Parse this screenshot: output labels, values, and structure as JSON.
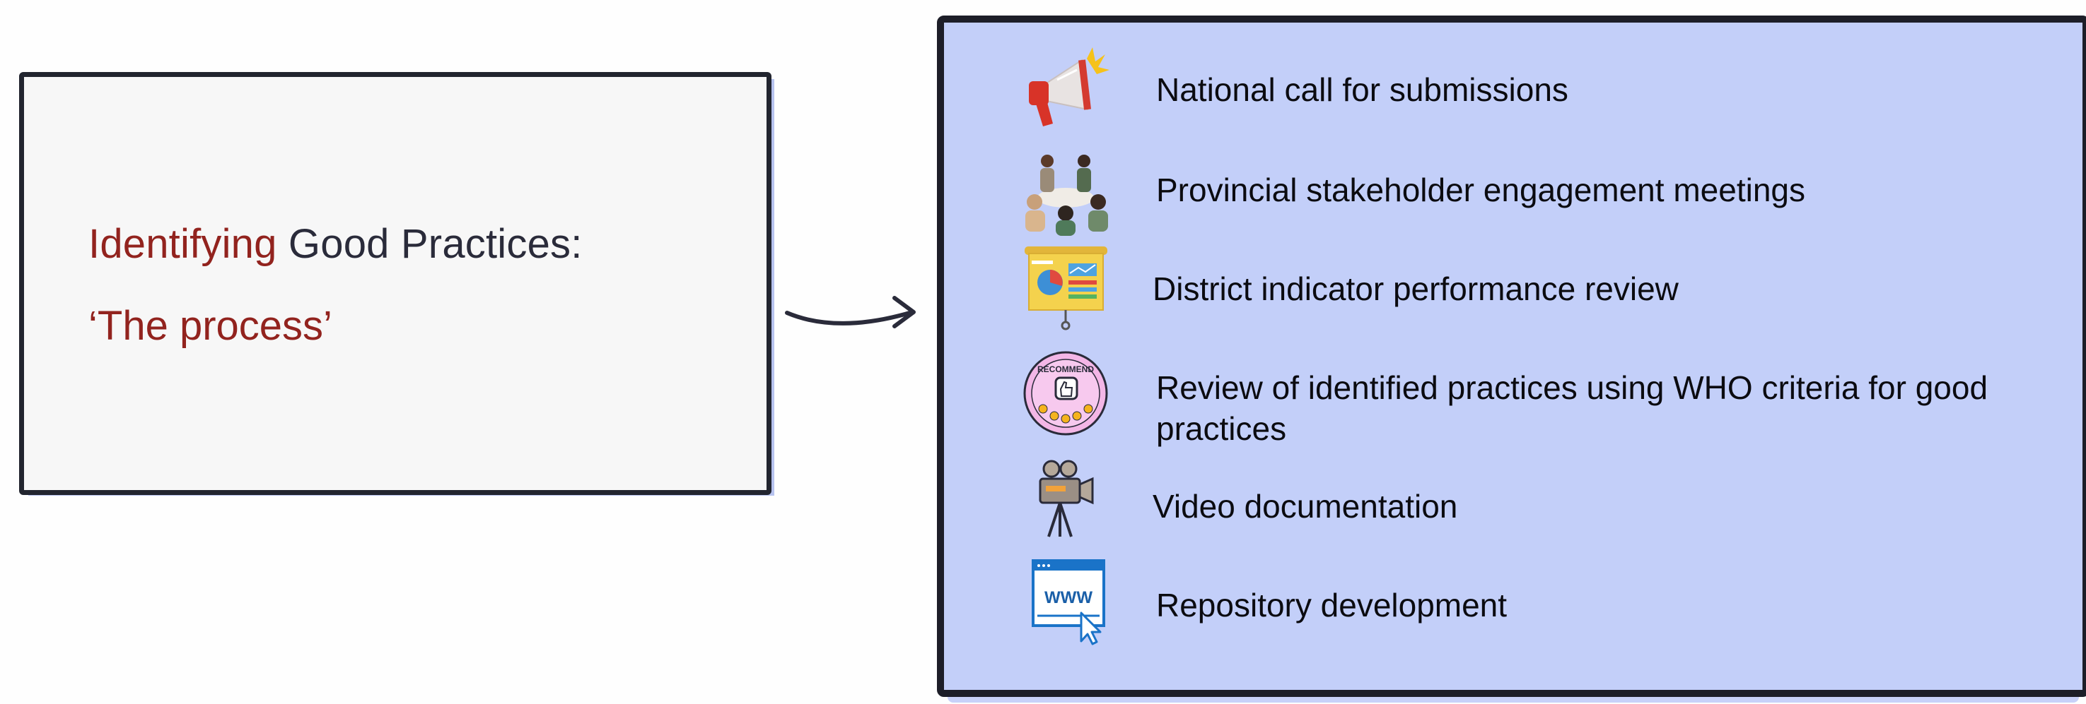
{
  "left_panel": {
    "title_accent": "Identifying",
    "title_rest": " Good Practices:",
    "subtitle_open_quote": "‘",
    "subtitle": "The process",
    "subtitle_close_quote": "’"
  },
  "process_steps": [
    {
      "icon": "megaphone-icon",
      "label": "National call for submissions"
    },
    {
      "icon": "meeting-icon",
      "label": "Provincial stakeholder engagement meetings"
    },
    {
      "icon": "presentation-board-icon",
      "label": "District indicator performance review"
    },
    {
      "icon": "recommend-badge-icon",
      "label": "Review of identified practices using WHO criteria for good practices",
      "badge_text": "RECOMMEND"
    },
    {
      "icon": "video-camera-icon",
      "label": "Video documentation"
    },
    {
      "icon": "web-page-icon",
      "label": "Repository development",
      "icon_text": "WWW"
    }
  ],
  "colors": {
    "accent": "#92231e",
    "title_dark": "#2a2b3a",
    "left_box_fill": "#f7f7f7",
    "right_box_fill": "#c3cff9",
    "outline": "#1d1e28"
  }
}
